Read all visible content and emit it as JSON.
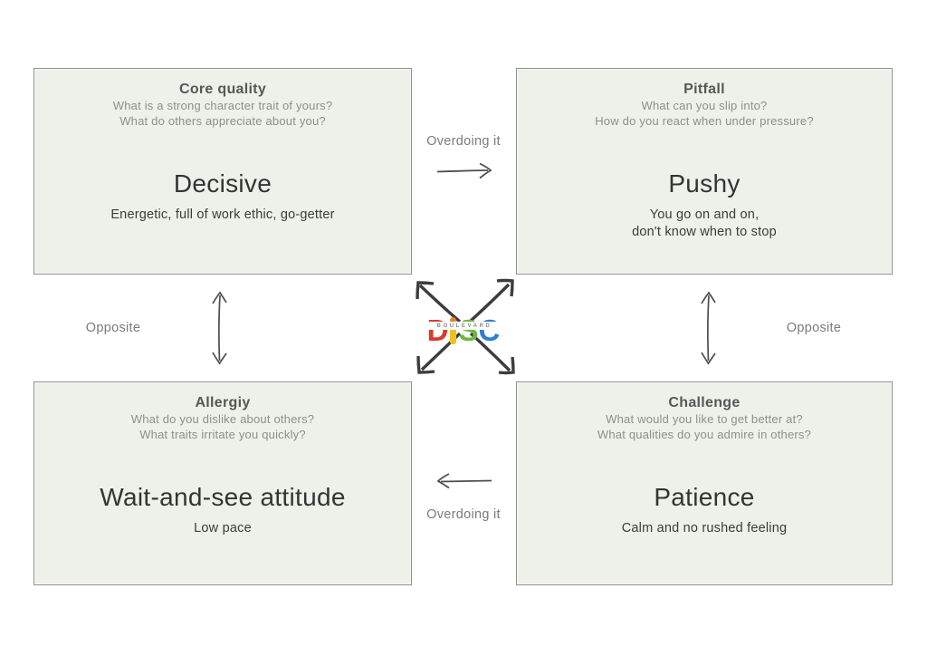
{
  "quadrants": {
    "core_quality": {
      "title": "Core quality",
      "question1": "What is a strong character trait of yours?",
      "question2": "What do others appreciate about you?",
      "word": "Decisive",
      "description": "Energetic, full of work ethic, go-getter"
    },
    "pitfall": {
      "title": "Pitfall",
      "question1": "What can you slip into?",
      "question2": "How do you react when under pressure?",
      "word": "Pushy",
      "description": "You go on and on,\ndon't know when to stop"
    },
    "allergy": {
      "title": "Allergiy",
      "question1": "What do you dislike about others?",
      "question2": "What traits irritate you quickly?",
      "word": "Wait-and-see attitude",
      "description": "Low pace"
    },
    "challenge": {
      "title": "Challenge",
      "question1": "What would you like to get better at?",
      "question2": "What qualities do you admire in others?",
      "word": "Patience",
      "description": "Calm and no rushed feeling"
    }
  },
  "relations": {
    "overdoing_top": "Overdoing it",
    "overdoing_bottom": "Overdoing it",
    "opposite_left": "Opposite",
    "opposite_right": "Opposite"
  },
  "logo": {
    "d_char": "D",
    "d_color": "#d93b2c",
    "i_dot_color": "#e8842c",
    "i_stem_color": "#f2c01c",
    "s_char": "S",
    "s_color": "#6fb644",
    "c_char": "C",
    "c_color": "#2b7fd4",
    "subtext": "BOULEVARD"
  },
  "colors": {
    "box_fill": "#eef1e9",
    "box_border": "#8f948b",
    "center_arrow": "#3c3d3c",
    "relation_arrow": "#4d4d4d",
    "label_gray": "#7b7b7b"
  }
}
